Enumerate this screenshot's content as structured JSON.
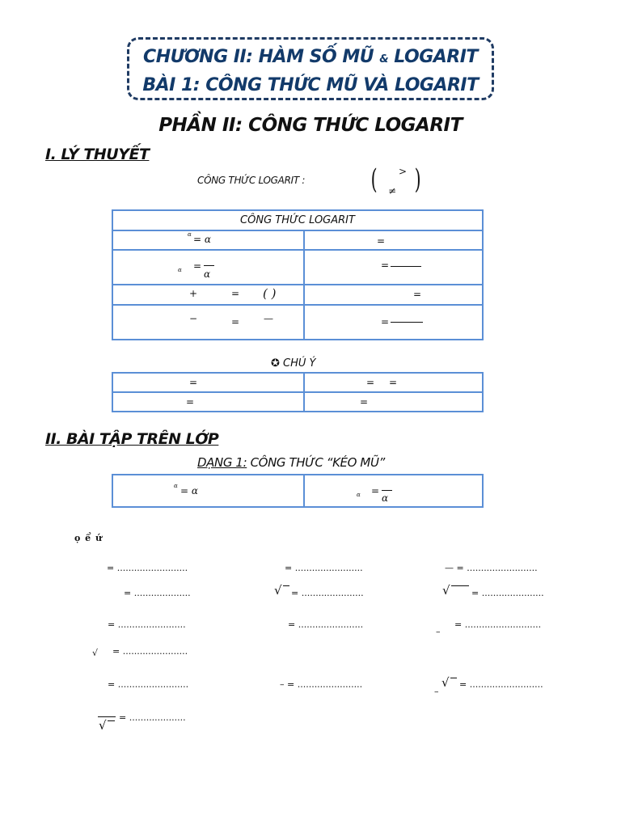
{
  "title_box": {
    "line1_a": "CHƯƠNG II: HÀM SỐ MŨ",
    "line1_amp": "&",
    "line1_b": "LOGARIT",
    "line2": "BÀI 1: CÔNG THỨC MŨ VÀ LOGARIT"
  },
  "part_title": "PHẦN II: CÔNG THỨC LOGARIT",
  "section1": {
    "heading": "I. LÝ THUYẾT",
    "formula_label": "CÔNG THỨC LOGARIT :",
    "cond_gt": ">",
    "cond_ne": "≠"
  },
  "table_logarit": {
    "header": "CÔNG THỨC LOGARIT",
    "r1_left_sup": "α",
    "r1_left": "= α",
    "r1_right": "=",
    "r2_left_sub": "α",
    "r2_left_eq": "=",
    "r2_left_den": "α",
    "r2_right": "=",
    "r3_left_plus": "+",
    "r3_left_eq": "=",
    "r3_left_paren": "(     )",
    "r3_right": "=",
    "r4_left_minus": "−",
    "r4_left_eq": "=",
    "r4_left_frac": "—",
    "r4_right": "="
  },
  "note": {
    "title": "CHÚ Ý",
    "r1_left": "=",
    "r1_right_a": "=",
    "r1_right_b": "=",
    "r2_left": "=",
    "r2_right": "="
  },
  "section2": {
    "heading": "II. BÀI TẬP TRÊN LỚP",
    "dang1": "DẠNG 1:",
    "dang1_rest": " CÔNG THỨC “KÉO MŨ”",
    "box_left_sup": "α",
    "box_left": "= α",
    "box_right_sub": "α",
    "box_right_eq": "=",
    "box_right_den": "α",
    "instruction": "ọ          ể       ứ"
  },
  "exercises": {
    "e1": "= .........................",
    "e2": "= ........................",
    "e3": "— = .........................",
    "e4": "= ....................",
    "e5": "= ......................",
    "e6": "= ......................",
    "e7": "= ........................",
    "e8": "= .......................",
    "e9": "= ...........................",
    "e10": "= .......................",
    "e11": "= .........................",
    "e12": "– = .......................",
    "e13": "= ..........................",
    "e14": "= ....................",
    "minus": "–",
    "sqrt": "√"
  }
}
